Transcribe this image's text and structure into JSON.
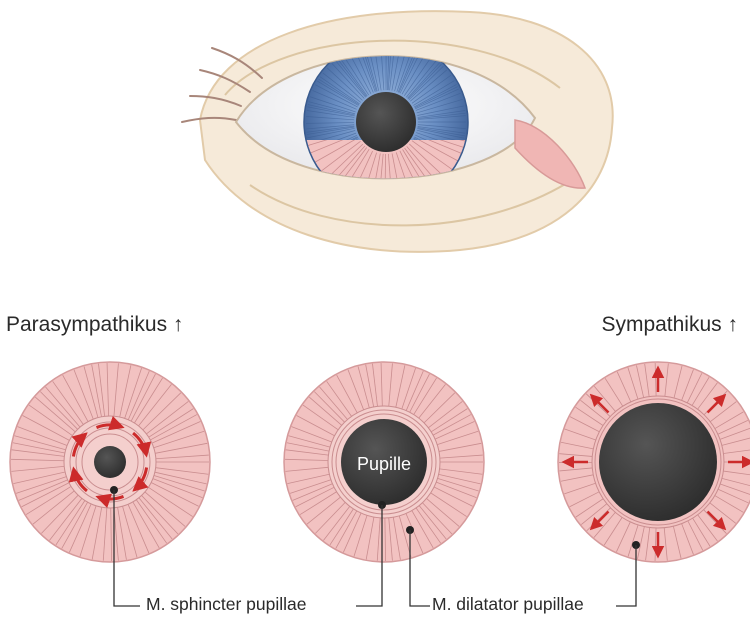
{
  "labels": {
    "parasympathikus": "Parasympathikus ↑",
    "sympathikus": "Sympathikus ↑",
    "pupille": "Pupille",
    "sphincter": "M. sphincter pupillae",
    "dilatator": "M. dilatator pupillae"
  },
  "colors": {
    "skin": "#f6ead9",
    "skin_outline": "#e2cba9",
    "iris_blue": "#4f73a6",
    "muscle_pink": "#f2c2c1",
    "muscle_line": "#c98d8f",
    "pupil": "#3c3c3c",
    "arrow_red": "#cc2b2b",
    "sclera": "#f6f6f6"
  },
  "icons": {
    "constriction": "circular-arrows-icon",
    "dilation": "radial-arrows-icon"
  }
}
